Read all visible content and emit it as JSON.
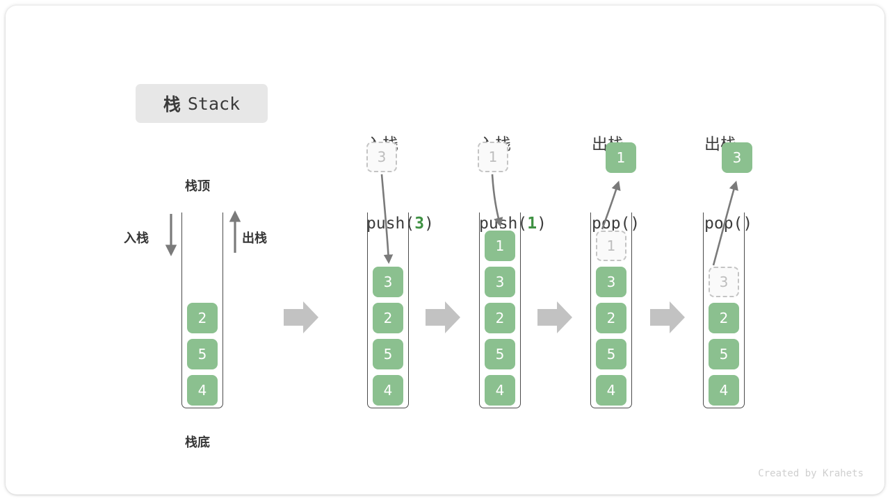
{
  "title": {
    "cn": "栈",
    "en": "Stack"
  },
  "left_diagram": {
    "top_label": "栈顶",
    "bottom_label": "栈底",
    "push_label": "入栈",
    "pop_label": "出栈",
    "cells": [
      "2",
      "5",
      "4"
    ]
  },
  "footer": "Created by Krahets",
  "colors": {
    "green": "#8bc08f",
    "green_text": "#3e9142",
    "ghost_border": "#c4c4c4",
    "ghost_text": "#bdbdbd",
    "wall": "#4a4a4a",
    "arrow_gray": "#7a7a7a",
    "block_arrow": "#c2c2c2",
    "chip_bg": "#e7e7e7",
    "footer_text": "#cfcfcf"
  },
  "steps": [
    {
      "id": "push3",
      "op_cn": "入栈",
      "code_pre": "push(",
      "code_arg": "3",
      "code_post": ")",
      "incoming_ghost": "3",
      "cells": [
        {
          "v": "3",
          "state": "solid"
        },
        {
          "v": "2",
          "state": "solid"
        },
        {
          "v": "5",
          "state": "solid"
        },
        {
          "v": "4",
          "state": "solid"
        }
      ]
    },
    {
      "id": "push1",
      "op_cn": "入栈",
      "code_pre": "push(",
      "code_arg": "1",
      "code_post": ")",
      "incoming_ghost": "1",
      "cells": [
        {
          "v": "1",
          "state": "solid"
        },
        {
          "v": "3",
          "state": "solid"
        },
        {
          "v": "2",
          "state": "solid"
        },
        {
          "v": "5",
          "state": "solid"
        },
        {
          "v": "4",
          "state": "solid"
        }
      ]
    },
    {
      "id": "pop1",
      "op_cn": "出栈",
      "code_pre": "pop(",
      "code_arg": "",
      "code_post": ")",
      "outgoing_value": "1",
      "cells": [
        {
          "v": "1",
          "state": "ghost"
        },
        {
          "v": "3",
          "state": "solid"
        },
        {
          "v": "2",
          "state": "solid"
        },
        {
          "v": "5",
          "state": "solid"
        },
        {
          "v": "4",
          "state": "solid"
        }
      ]
    },
    {
      "id": "pop3",
      "op_cn": "出栈",
      "code_pre": "pop(",
      "code_arg": "",
      "code_post": ")",
      "outgoing_value": "3",
      "cells": [
        {
          "v": "3",
          "state": "ghost"
        },
        {
          "v": "2",
          "state": "solid"
        },
        {
          "v": "5",
          "state": "solid"
        },
        {
          "v": "4",
          "state": "solid"
        }
      ]
    }
  ]
}
